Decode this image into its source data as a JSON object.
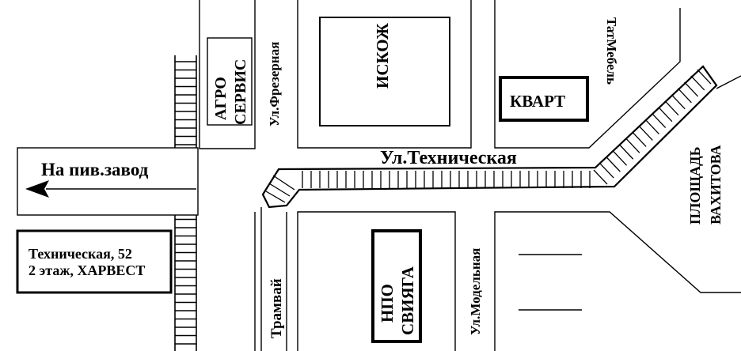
{
  "map": {
    "streets": {
      "tekhnicheskaya": "Ул.Техническая",
      "frezernaya": "Ул.Фрезерная",
      "modelnaya": "Ул.Модельная",
      "tramway": "Трамвай",
      "square": [
        "ПЛОЩАДЬ",
        "ВАХИТОВА"
      ]
    },
    "buildings": {
      "agro_servis": [
        "АГРО",
        "СЕРВИС"
      ],
      "iskozh": "ИСКОЖ",
      "kvart": "КВАРТ",
      "tatmebel": "ТатМебель",
      "npo_sviyaga": [
        "НПО",
        "СВИЯГА"
      ]
    },
    "direction": {
      "label": "На пив.завод",
      "arrow_icon": "arrow-left-icon"
    },
    "address": {
      "line1": "Техническая, 52",
      "line2": "2 этаж, ХАРВЕСТ"
    }
  }
}
